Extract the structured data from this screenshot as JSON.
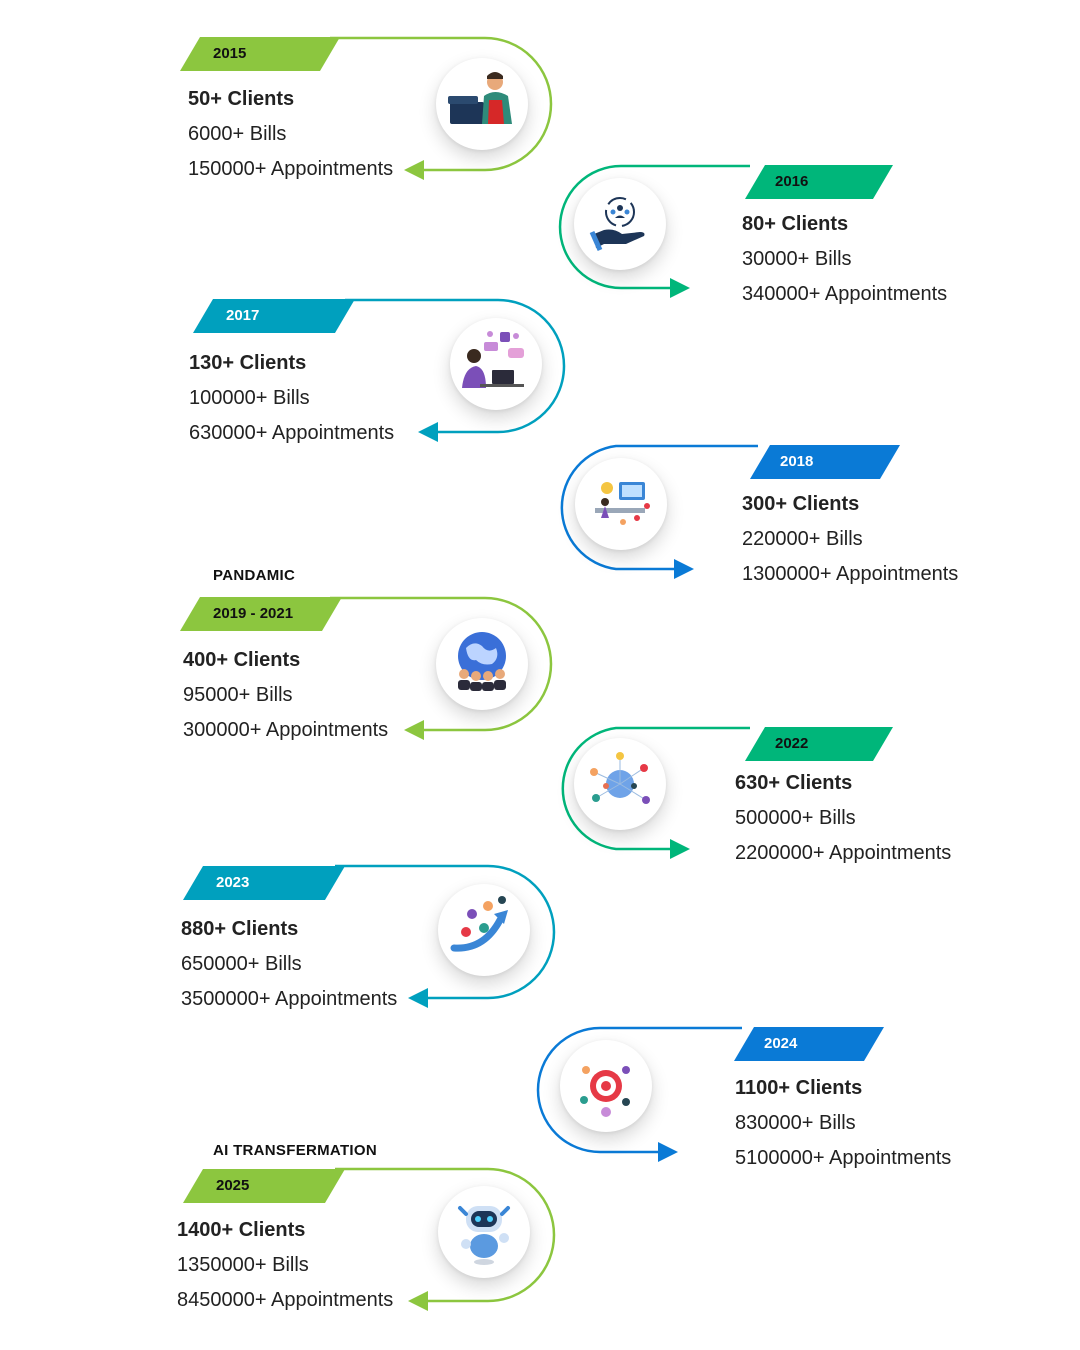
{
  "colors": {
    "lime": "#8cc63f",
    "green": "#00b67a",
    "teal": "#00a0be",
    "blue": "#0a7ad6",
    "dark": "#1d3557"
  },
  "milestones": [
    {
      "year": "2015",
      "clients": "50+ Clients",
      "bills": "6000+ Bills",
      "appointments": "150000+ Appointments",
      "icon": "shopkeeper-icon",
      "color": "lime"
    },
    {
      "year": "2016",
      "clients": "80+ Clients",
      "bills": "30000+ Bills",
      "appointments": "340000+ Appointments",
      "icon": "hand-team-icon",
      "color": "green"
    },
    {
      "year": "2017",
      "clients": "130+ Clients",
      "bills": "100000+ Bills",
      "appointments": "630000+ Appointments",
      "icon": "support-agent-icon",
      "color": "teal"
    },
    {
      "year": "2018",
      "clients": "300+ Clients",
      "bills": "220000+ Bills",
      "appointments": "1300000+ Appointments",
      "icon": "workspace-icon",
      "color": "blue"
    },
    {
      "year": "2019 - 2021",
      "clients": "400+ Clients",
      "bills": "95000+ Bills",
      "appointments": "300000+ Appointments",
      "icon": "globe-people-icon",
      "color": "lime"
    },
    {
      "year": "2022",
      "clients": "630+ Clients",
      "bills": "500000+ Bills",
      "appointments": "2200000+ Appointments",
      "icon": "network-globe-icon",
      "color": "green"
    },
    {
      "year": "2023",
      "clients": "880+ Clients",
      "bills": "650000+ Bills",
      "appointments": "3500000+ Appointments",
      "icon": "growth-arrow-icon",
      "color": "teal"
    },
    {
      "year": "2024",
      "clients": "1100+ Clients",
      "bills": "830000+ Bills",
      "appointments": "5100000+ Appointments",
      "icon": "target-people-icon",
      "color": "blue"
    },
    {
      "year": "2025",
      "clients": "1400+ Clients",
      "bills": "1350000+ Bills",
      "appointments": "8450000+ Appointments",
      "icon": "robot-icon",
      "color": "lime"
    }
  ],
  "phases": {
    "pandemic": "PANDAMIC",
    "ai": "AI TRANSFERMATION"
  }
}
